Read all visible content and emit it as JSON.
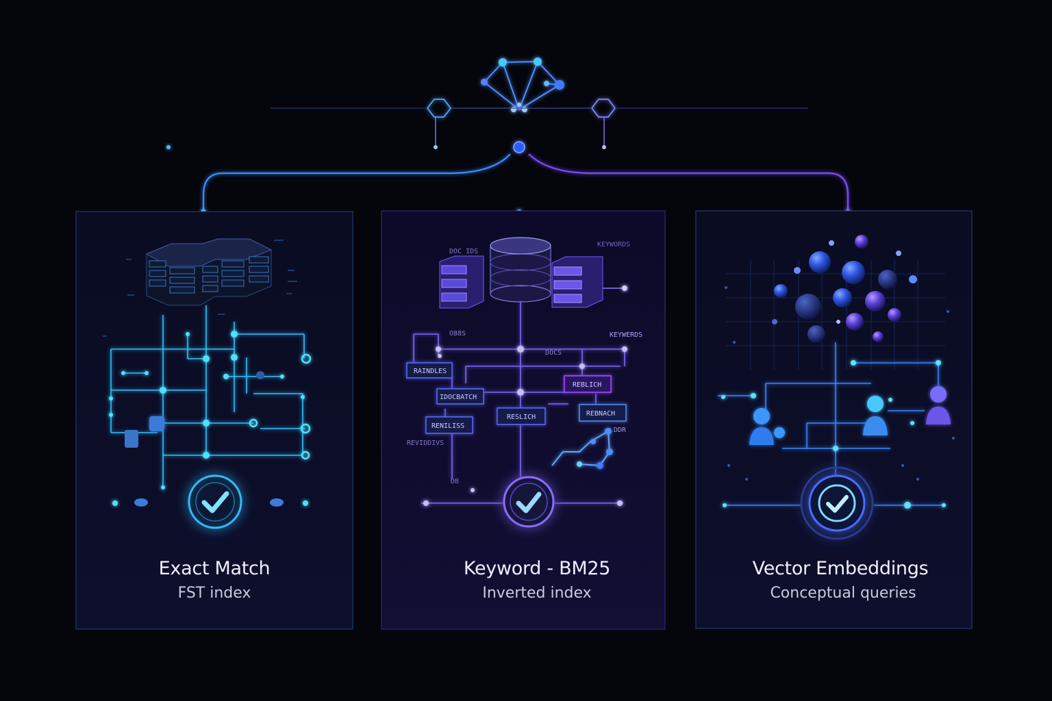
{
  "cards": [
    {
      "title": "Exact Match",
      "subtitle": "FST index",
      "accent": "#2fd0ff"
    },
    {
      "title": "Keyword - BM25",
      "subtitle": "Inverted index",
      "accent": "#8b6cff",
      "labels": {
        "top_left": "DOC IDS",
        "top_right": "KEYWORDS",
        "keywords": "KEYWERDS",
        "mid": "O88S",
        "mid2": "DOCS",
        "box1": "RAINDLES",
        "box2": "IDOCBATCH",
        "box3": "REBLICH",
        "box4": "RENILISS",
        "box5": "RESLICH",
        "box6": "REBNACH",
        "small1": "REVIDDIVS",
        "small2": "DDR",
        "small3": "DB"
      }
    },
    {
      "title": "Vector Embeddings",
      "subtitle": "Conceptual queries",
      "accent": "#4a78ff"
    }
  ],
  "colors": {
    "background": "#05050c",
    "panel": "#0b0d24",
    "cyan": "#35d4ff",
    "violet": "#8a5cff",
    "blue": "#3f6bff"
  },
  "icons": [
    "network-hub-icon",
    "server-stack-icon",
    "database-icon",
    "checkmark-badge-icon",
    "user-icon",
    "embedding-cluster-icon"
  ]
}
